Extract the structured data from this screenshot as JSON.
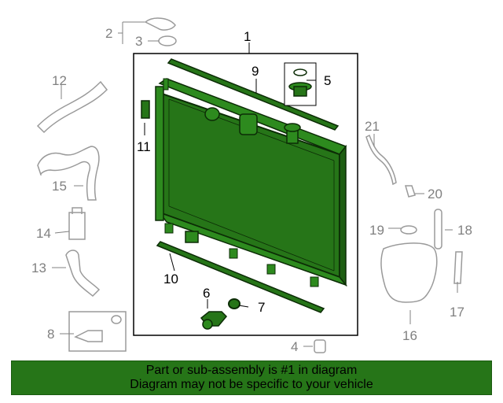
{
  "callouts": {
    "c1": "1",
    "c2": "2",
    "c3": "3",
    "c4": "4",
    "c5": "5",
    "c6": "6",
    "c7": "7",
    "c8": "8",
    "c9": "9",
    "c10": "10",
    "c11": "11",
    "c12": "12",
    "c13": "13",
    "c14": "14",
    "c15": "15",
    "c16": "16",
    "c17": "17",
    "c18": "18",
    "c19": "19",
    "c20": "20",
    "c21": "21"
  },
  "banner": {
    "line1": "Part or sub-assembly is #1 in diagram",
    "line2": "Diagram may not be specific to your vehicle"
  },
  "colors": {
    "highlight": "#267518",
    "highlight_dark": "#0c2c06",
    "other_parts": "#9a9a9a"
  }
}
